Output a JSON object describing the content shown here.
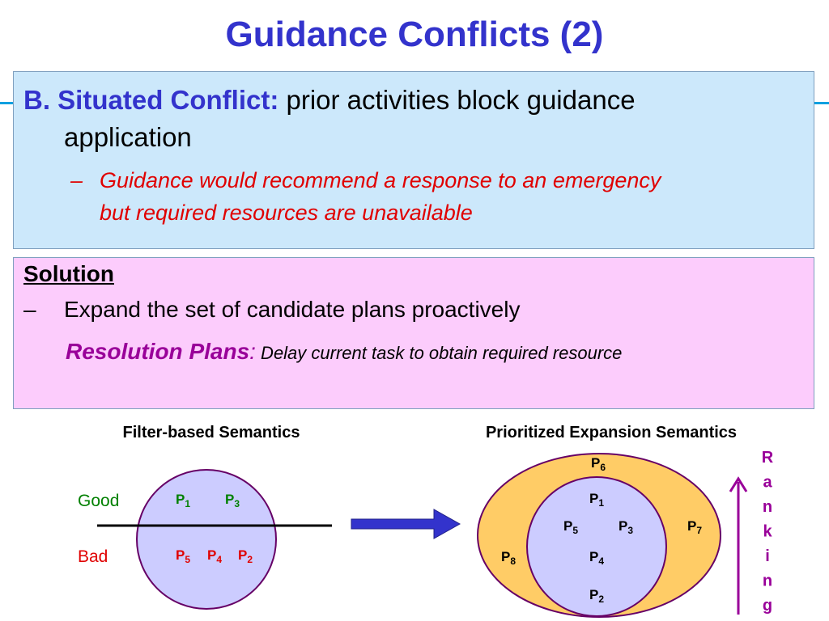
{
  "title": "Guidance Conflicts (2)",
  "situated": {
    "lead": "B. Situated Conflict:",
    "text_line1": " prior activities block guidance",
    "text_line2": "application",
    "dash": "–",
    "sub_line1": "Guidance would recommend a response to an emergency",
    "sub_line2": "but required resources are unavailable"
  },
  "solution": {
    "heading": "Solution",
    "dash": "–",
    "item": "Expand the set of candidate plans proactively",
    "res_label": "Resolution Plans",
    "res_colon": ":",
    "res_desc": " Delay current task to obtain required resource"
  },
  "diagram": {
    "colors": {
      "good": "#008000",
      "bad": "#e00000",
      "circle": "#ccccff",
      "outer": "#ffcc66",
      "border": "#660066",
      "arrow": "#3333cc",
      "ranking": "#990099"
    },
    "filter": {
      "title": "Filter-based Semantics",
      "good_label": "Good",
      "bad_label": "Bad",
      "good_plans": [
        {
          "p": "P",
          "n": "1"
        },
        {
          "p": "P",
          "n": "3"
        }
      ],
      "bad_plans": [
        {
          "p": "P",
          "n": "5"
        },
        {
          "p": "P",
          "n": "4"
        },
        {
          "p": "P",
          "n": "2"
        }
      ]
    },
    "prioritized": {
      "title": "Prioritized Expansion Semantics",
      "inner_plans": [
        {
          "p": "P",
          "n": "1"
        },
        {
          "p": "P",
          "n": "5"
        },
        {
          "p": "P",
          "n": "3"
        },
        {
          "p": "P",
          "n": "4"
        },
        {
          "p": "P",
          "n": "2"
        }
      ],
      "outer_plans": [
        {
          "p": "P",
          "n": "6"
        },
        {
          "p": "P",
          "n": "7"
        },
        {
          "p": "P",
          "n": "8"
        }
      ]
    },
    "ranking_letters": [
      "R",
      "a",
      "n",
      "k",
      "i",
      "n",
      "g"
    ]
  }
}
